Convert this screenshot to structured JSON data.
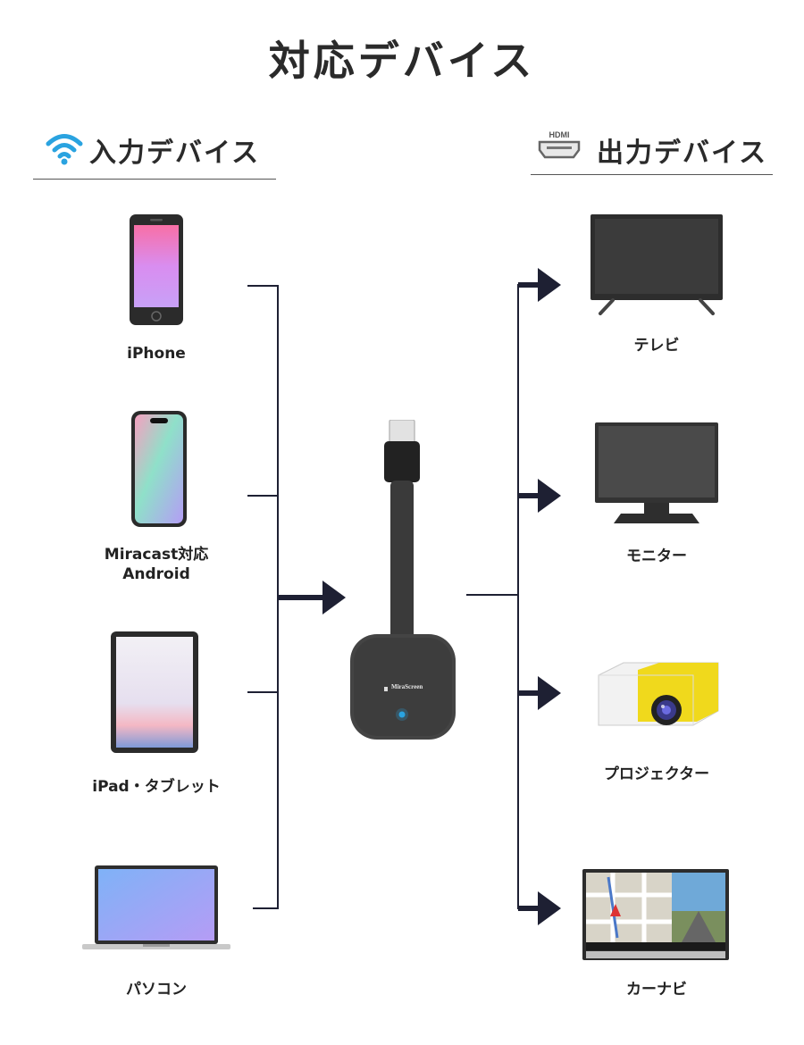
{
  "title": "対応デバイス",
  "input_section": {
    "heading": "入力デバイス",
    "icon": "wifi-icon",
    "devices": [
      {
        "label": "iPhone",
        "icon": "iphone-icon"
      },
      {
        "label": "Miracast対応\nAndroid",
        "icon": "android-phone-icon"
      },
      {
        "label": "iPad・タブレット",
        "icon": "tablet-icon"
      },
      {
        "label": "パソコン",
        "icon": "laptop-icon"
      }
    ]
  },
  "output_section": {
    "heading": "出力デバイス",
    "icon": "hdmi-icon",
    "icon_text": "HDMI",
    "devices": [
      {
        "label": "テレビ",
        "icon": "tv-icon"
      },
      {
        "label": "モニター",
        "icon": "monitor-icon"
      },
      {
        "label": "プロジェクター",
        "icon": "projector-icon"
      },
      {
        "label": "カーナビ",
        "icon": "car-navigation-icon"
      }
    ]
  },
  "adapter": {
    "brand": "MiraScreen",
    "icon": "hdmi-dongle-icon"
  },
  "colors": {
    "accent_blue": "#2aa3e0",
    "connector_navy": "#1e2033"
  }
}
